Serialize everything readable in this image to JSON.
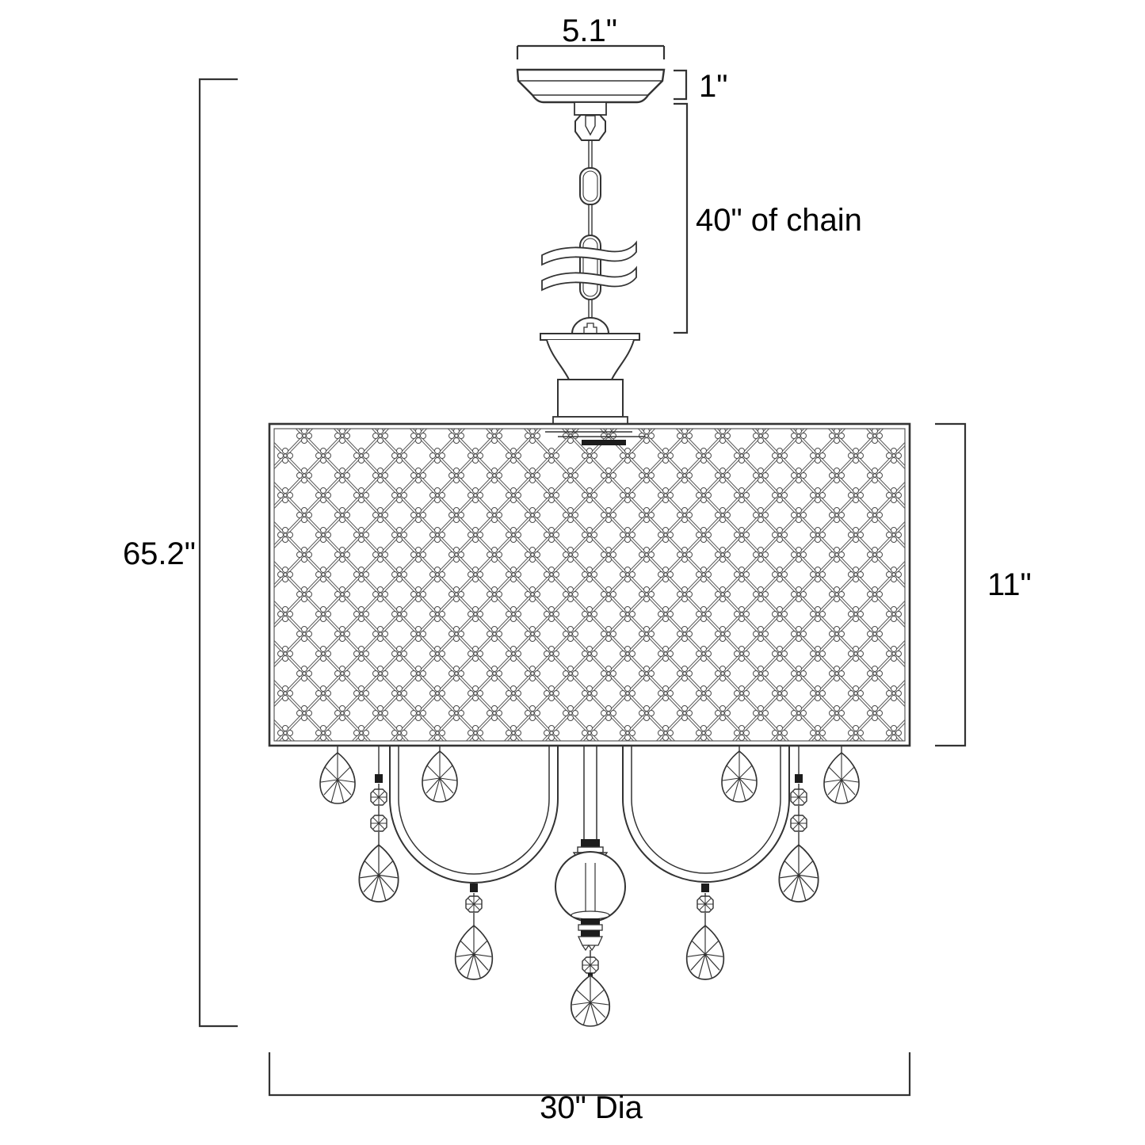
{
  "diagram": {
    "dimensions": {
      "canopy_width": "5.1\"",
      "canopy_height": "1\"",
      "chain_length": "40\" of chain",
      "overall_height": "65.2\"",
      "shade_height": "11\"",
      "shade_diameter": "30\" Dia"
    },
    "colors": {
      "line": "#333333",
      "lattice_line": "#555555",
      "text": "#000000",
      "background": "#ffffff"
    }
  }
}
